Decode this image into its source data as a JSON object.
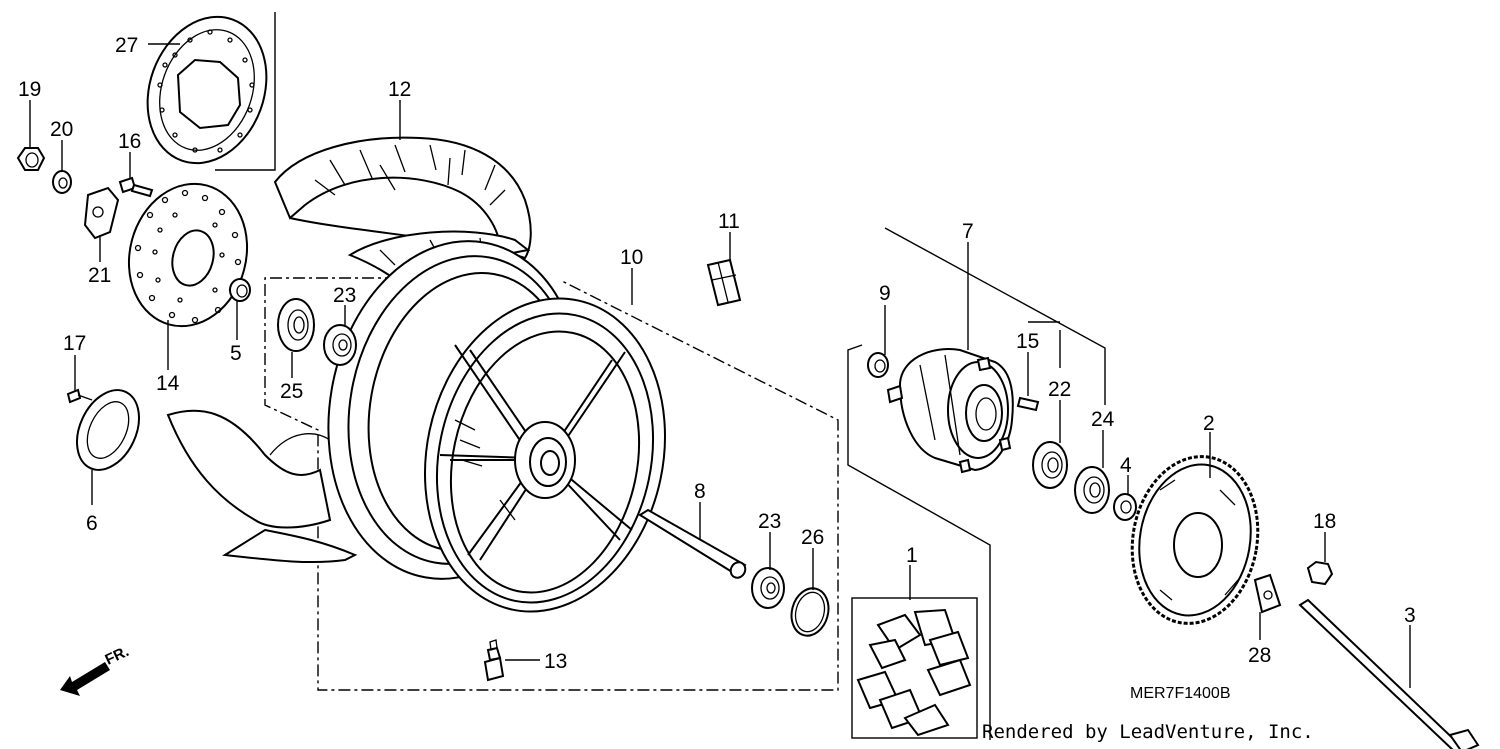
{
  "callouts": [
    {
      "id": "p1",
      "label": "1"
    },
    {
      "id": "p2",
      "label": "2"
    },
    {
      "id": "p3",
      "label": "3"
    },
    {
      "id": "p4",
      "label": "4"
    },
    {
      "id": "p5",
      "label": "5"
    },
    {
      "id": "p6",
      "label": "6"
    },
    {
      "id": "p7",
      "label": "7"
    },
    {
      "id": "p8",
      "label": "8"
    },
    {
      "id": "p9",
      "label": "9"
    },
    {
      "id": "p10",
      "label": "10"
    },
    {
      "id": "p11",
      "label": "11"
    },
    {
      "id": "p12",
      "label": "12"
    },
    {
      "id": "p13",
      "label": "13"
    },
    {
      "id": "p14",
      "label": "14"
    },
    {
      "id": "p15",
      "label": "15"
    },
    {
      "id": "p16",
      "label": "16"
    },
    {
      "id": "p17",
      "label": "17"
    },
    {
      "id": "p18",
      "label": "18"
    },
    {
      "id": "p19",
      "label": "19"
    },
    {
      "id": "p20",
      "label": "20"
    },
    {
      "id": "p21",
      "label": "21"
    },
    {
      "id": "p22",
      "label": "22"
    },
    {
      "id": "p23a",
      "label": "23"
    },
    {
      "id": "p23b",
      "label": "23"
    },
    {
      "id": "p24",
      "label": "24"
    },
    {
      "id": "p25",
      "label": "25"
    },
    {
      "id": "p26",
      "label": "26"
    },
    {
      "id": "p27",
      "label": "27"
    },
    {
      "id": "p28",
      "label": "28"
    }
  ],
  "diagram_code": "MER7F1400B",
  "credit": "Rendered by LeadVenture, Inc.",
  "direction_label": "FR."
}
